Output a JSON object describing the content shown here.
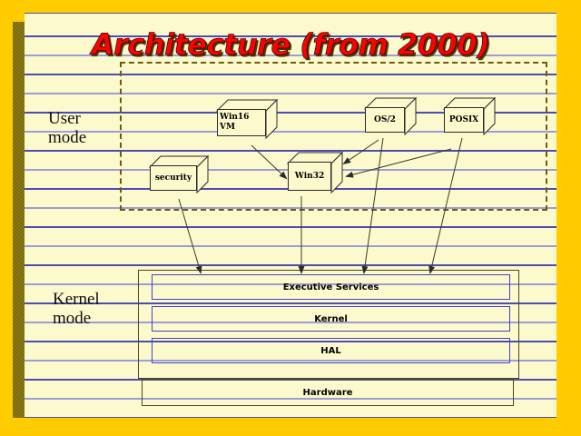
{
  "slide": {
    "title": "Architecture (from 2000)",
    "title_color": "#FF0000",
    "background_color": "#FCF9CC",
    "border_color": "#FFCC00",
    "frame_color": "#7A6A10",
    "rule_color": "#4C4CB4"
  },
  "mode_labels": {
    "user": "User\nmode",
    "kernel": "Kernel\nmode"
  },
  "user_mode_boxes": [
    {
      "id": "win16vm",
      "label": "Win16\nVM"
    },
    {
      "id": "os2",
      "label": "OS/2"
    },
    {
      "id": "posix",
      "label": "POSIX"
    },
    {
      "id": "security",
      "label": "security"
    },
    {
      "id": "win32",
      "label": "Win32"
    }
  ],
  "kernel_mode_bars": [
    {
      "id": "executive",
      "label": "Executive Services"
    },
    {
      "id": "kernel",
      "label": "Kernel"
    },
    {
      "id": "hal",
      "label": "HAL"
    }
  ],
  "hardware_bar": {
    "label": "Hardware"
  },
  "connectors": [
    {
      "from": "win16vm",
      "to": "win32",
      "arrow": true
    },
    {
      "from": "os2",
      "to": "win32",
      "arrow": true
    },
    {
      "from": "posix",
      "to": "win32",
      "arrow": true
    },
    {
      "from": "security",
      "to": "executive",
      "arrow": true
    },
    {
      "from": "win32",
      "to": "executive",
      "arrow": true
    },
    {
      "from": "os2",
      "to": "executive",
      "arrow": true
    },
    {
      "from": "posix",
      "to": "executive",
      "arrow": true
    }
  ]
}
